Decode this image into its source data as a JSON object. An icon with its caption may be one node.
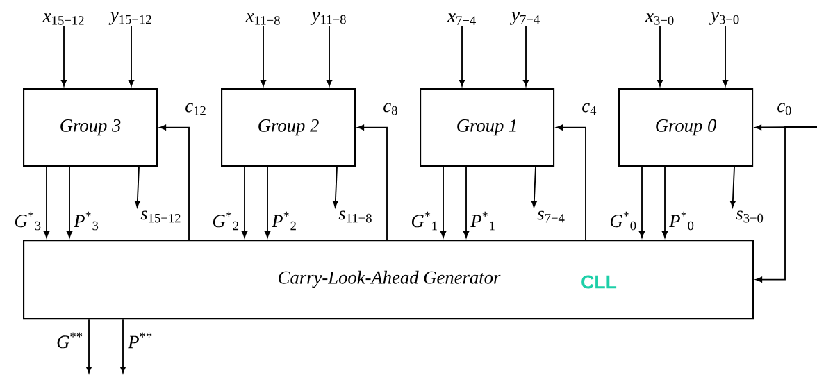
{
  "diagram": {
    "nodes": [
      {
        "text": [
          "Group 3"
        ]
      },
      {
        "text": [
          "Group 2"
        ]
      },
      {
        "text": [
          "Group 1"
        ]
      },
      {
        "text": [
          "Group 0"
        ]
      },
      {
        "text": [
          "Carry-Look-Ahead Generator",
          "CLL"
        ]
      },
      {
        "text": [
          "*x*$_{15−12}$"
        ]
      },
      {
        "text": [
          "*y*$_{15−12}$"
        ]
      },
      {
        "text": [
          "*x*$_{11−8}$"
        ]
      },
      {
        "text": [
          "*y*$_{11−8}$"
        ]
      },
      {
        "text": [
          "*x*$_{7−4}$"
        ]
      },
      {
        "text": [
          "*y*$_{7−4}$"
        ]
      },
      {
        "text": [
          "*x*$_{3−0}$"
        ]
      },
      {
        "text": [
          "*y*$_{3−0}$"
        ]
      },
      {
        "text": [
          "*s*$_{15−12}$"
        ]
      },
      {
        "text": [
          "*s*$_{11−8}$"
        ]
      },
      {
        "text": [
          "*s*$_{7−4}$"
        ]
      },
      {
        "text": [
          "*s*$_{3−0}$"
        ]
      }
    ],
    "edges": [
      {
        "from": 5,
        "to": 0,
        "arrow": "to"
      },
      {
        "from": 6,
        "to": 0,
        "arrow": "to"
      },
      {
        "from": 7,
        "to": 1,
        "arrow": "to"
      },
      {
        "from": 8,
        "to": 1,
        "arrow": "to"
      },
      {
        "from": 9,
        "to": 2,
        "arrow": "to"
      },
      {
        "from": 10,
        "to": 2,
        "arrow": "to"
      },
      {
        "from": 11,
        "to": 3,
        "arrow": "to"
      },
      {
        "from": 12,
        "to": 3,
        "arrow": "to"
      },
      {
        "from": 0,
        "to": 13,
        "arrow": "to"
      },
      {
        "from": 1,
        "to": 14,
        "arrow": "to"
      },
      {
        "from": 2,
        "to": 15,
        "arrow": "to"
      },
      {
        "from": 3,
        "to": 16,
        "arrow": "to"
      },
      {
        "from": 0,
        "to": 4,
        "arrow": "to",
        "label": "*G*$^{*}$$_{3}$"
      },
      {
        "from": 0,
        "to": 4,
        "arrow": "to",
        "label": "*P*$^{*}$$_{3}$"
      },
      {
        "from": 1,
        "to": 4,
        "arrow": "to",
        "label": "*G*$^{*}$$_{2}$"
      },
      {
        "from": 1,
        "to": 4,
        "arrow": "to",
        "label": "*P*$^{*}$$_{2}$"
      },
      {
        "from": 2,
        "to": 4,
        "arrow": "to",
        "label": "*G*$^{*}$$_{1}$"
      },
      {
        "from": 2,
        "to": 4,
        "arrow": "to",
        "label": "*P*$^{*}$$_{1}$"
      },
      {
        "from": 3,
        "to": 4,
        "arrow": "to",
        "label": "*G*$^{*}$$_{0}$"
      },
      {
        "from": 3,
        "to": 4,
        "arrow": "to",
        "label": "*P*$^{*}$$_{0}$"
      },
      {
        "from": 4,
        "to": 0,
        "arrow": "to",
        "label": "*c*$_{12}$"
      },
      {
        "from": 4,
        "to": 1,
        "arrow": "to",
        "label": "*c*$_{8}$"
      },
      {
        "from": 4,
        "to": 2,
        "arrow": "to",
        "label": "*c*$_{4}$"
      },
      {
        "from": null,
        "to": 3,
        "arrow": "to",
        "label": "*c*$_{0}$"
      },
      {
        "from": null,
        "to": 4,
        "arrow": "to"
      },
      {
        "from": 4,
        "to": null,
        "arrow": "to",
        "label": "*G*$^{**}$"
      },
      {
        "from": 4,
        "to": null,
        "arrow": "to",
        "label": "*P*$^{**}$"
      }
    ]
  }
}
